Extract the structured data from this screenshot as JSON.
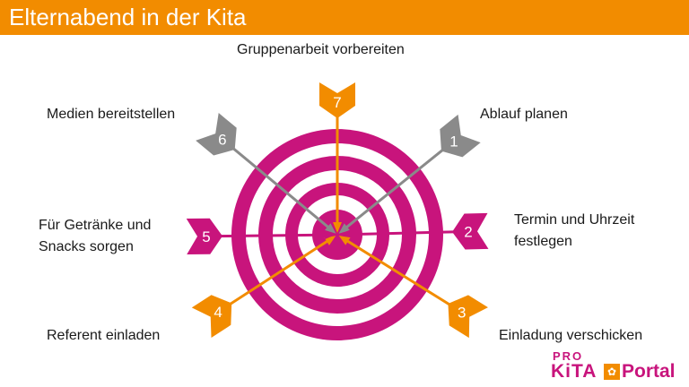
{
  "title": "Elternabend in der Kita",
  "colors": {
    "header": "#f28c00",
    "target": "#c8147c",
    "arrow_magenta": "#c8147c",
    "arrow_gray": "#8a8a8a",
    "arrow_orange": "#f28c00"
  },
  "steps": [
    {
      "number": "1",
      "line1": "Ablauf planen",
      "line2": "",
      "color": "gray"
    },
    {
      "number": "2",
      "line1": "Termin und Uhrzeit",
      "line2": "festlegen",
      "color": "magenta"
    },
    {
      "number": "3",
      "line1": "Einladung verschicken",
      "line2": "",
      "color": "orange"
    },
    {
      "number": "4",
      "line1": "Referent einladen",
      "line2": "",
      "color": "orange"
    },
    {
      "number": "5",
      "line1": "Für Getränke und",
      "line2": "Snacks sorgen",
      "color": "magenta"
    },
    {
      "number": "6",
      "line1": "Medien bereitstellen",
      "line2": "",
      "color": "gray"
    },
    {
      "number": "7",
      "line1": "Gruppenarbeit vorbereiten",
      "line2": "",
      "color": "orange"
    }
  ],
  "logo": {
    "prefix": "PRO",
    "part1": "KiTA",
    "part2": "Portal"
  }
}
